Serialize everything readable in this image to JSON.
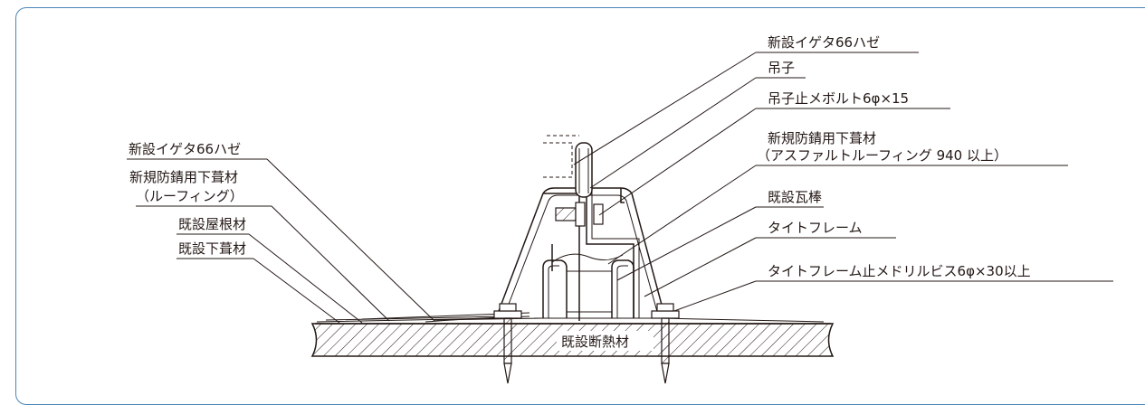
{
  "labels": {
    "right_hazetop": "新設イゲタ66ハゼ",
    "right_tsurishi": "吊子",
    "right_bolt": "吊子止メボルト6φ×15",
    "right_underlay_1": "新規防錆用下葺材",
    "right_underlay_2": "（アスファルトルーフィング 940 以上）",
    "right_kawarabo": "既設瓦棒",
    "right_tightframe": "タイトフレーム",
    "right_drillscrew": "タイトフレーム止メドリルビス6φ×30以上",
    "left_haze": "新設イゲタ66ハゼ",
    "left_underlay_1": "新規防錆用下葺材",
    "left_underlay_2": "（ルーフィング）",
    "left_roofing": "既設屋根材",
    "left_under": "既設下葺材",
    "insulation": "既設断熱材"
  },
  "colors": {
    "frame_border": "#4a86b8",
    "line": "#231815"
  }
}
